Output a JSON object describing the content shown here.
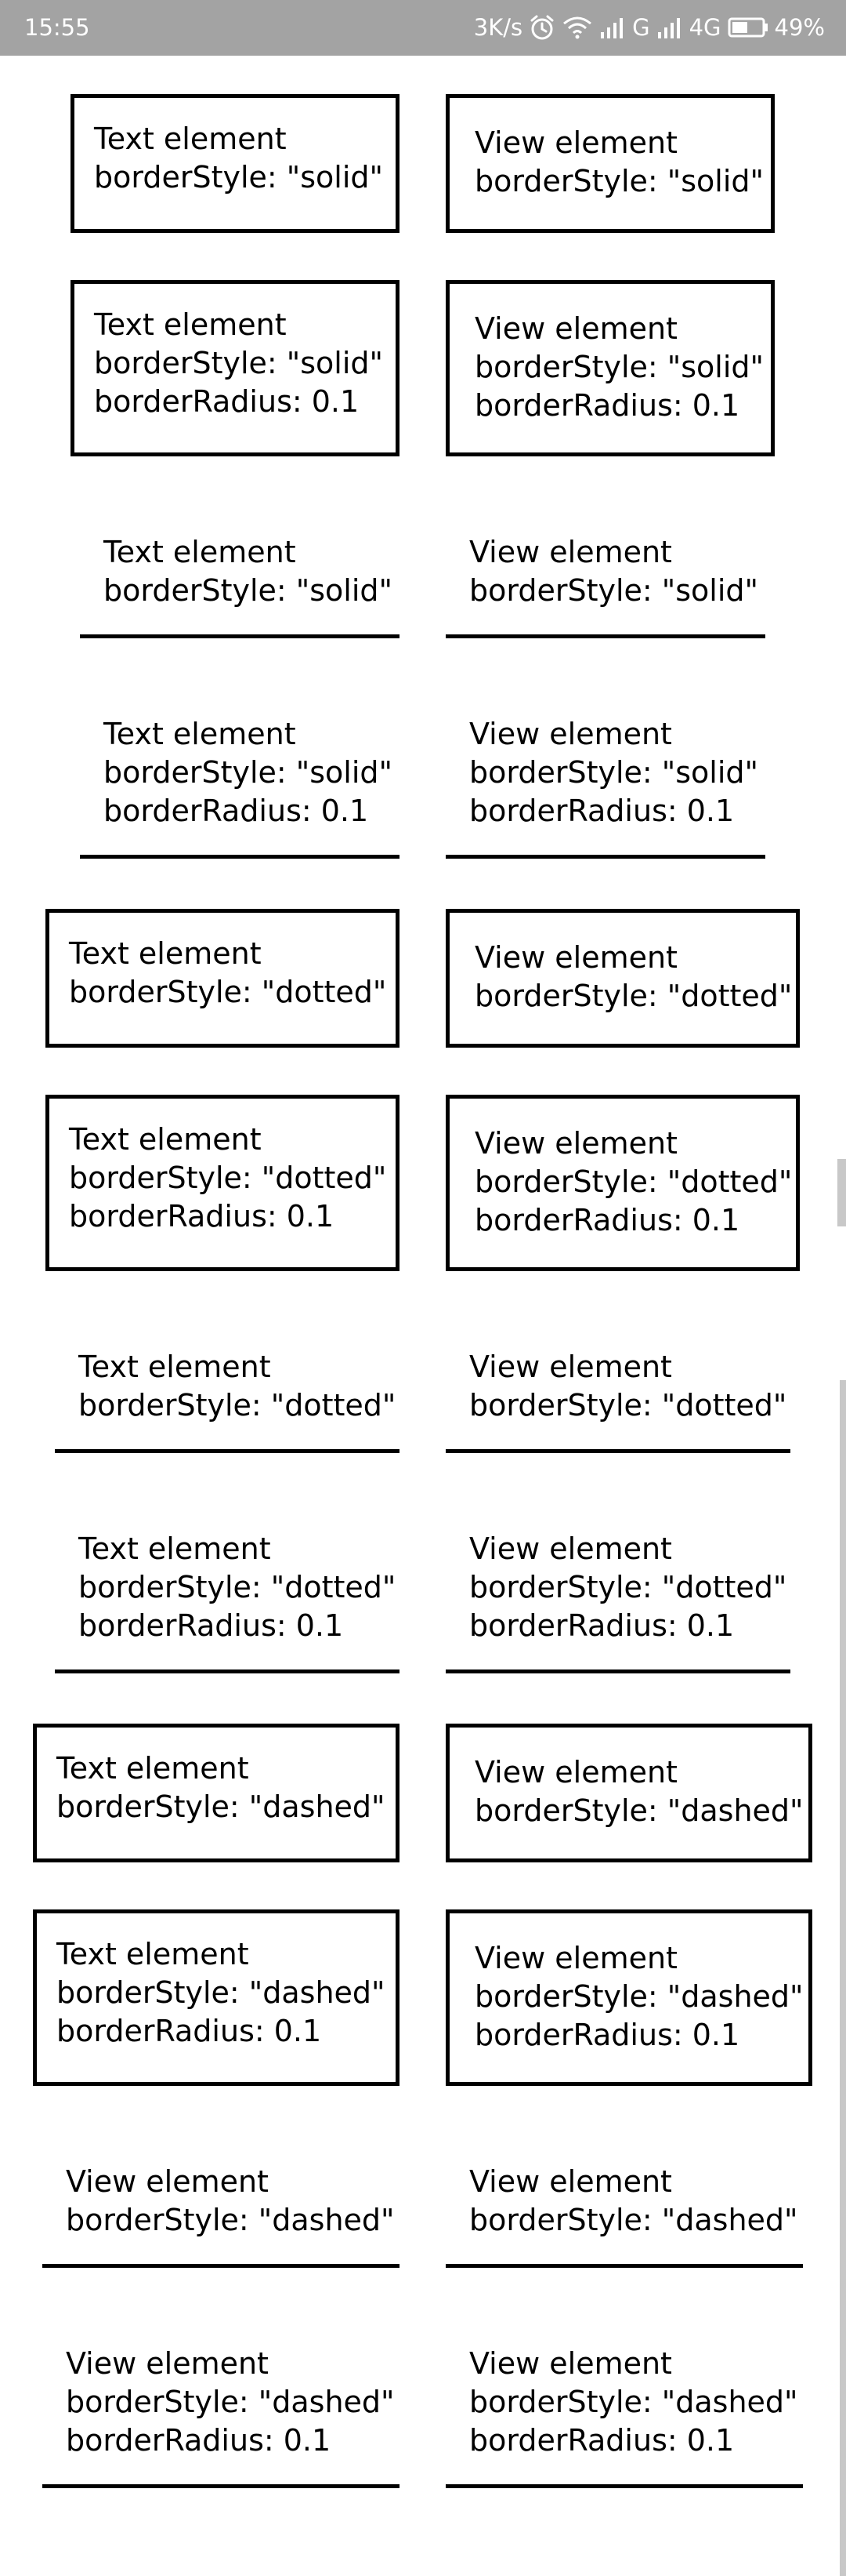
{
  "status_bar": {
    "time": "15:55",
    "net_speed": "3K/s",
    "network_g": "G",
    "network_4g": "4G",
    "battery": "49%"
  },
  "items": [
    {
      "lines": [
        "Text element",
        "borderStyle: \"solid\""
      ]
    },
    {
      "lines": [
        "View element",
        "borderStyle: \"solid\""
      ]
    },
    {
      "lines": [
        "Text element",
        "borderStyle: \"solid\"",
        "borderRadius: 0.1"
      ]
    },
    {
      "lines": [
        "View element",
        "borderStyle: \"solid\"",
        "borderRadius: 0.1"
      ]
    },
    {
      "lines": [
        "Text element",
        "borderStyle: \"solid\""
      ]
    },
    {
      "lines": [
        "View element",
        "borderStyle: \"solid\""
      ]
    },
    {
      "lines": [
        "Text element",
        "borderStyle: \"solid\"",
        "borderRadius: 0.1"
      ]
    },
    {
      "lines": [
        "View element",
        "borderStyle: \"solid\"",
        "borderRadius: 0.1"
      ]
    },
    {
      "lines": [
        "Text element",
        "borderStyle: \"dotted\""
      ]
    },
    {
      "lines": [
        "View element",
        "borderStyle: \"dotted\""
      ]
    },
    {
      "lines": [
        "Text element",
        "borderStyle: \"dotted\"",
        "borderRadius: 0.1"
      ]
    },
    {
      "lines": [
        "View element",
        "borderStyle: \"dotted\"",
        "borderRadius: 0.1"
      ]
    },
    {
      "lines": [
        "Text element",
        "borderStyle: \"dotted\""
      ]
    },
    {
      "lines": [
        "View element",
        "borderStyle: \"dotted\""
      ]
    },
    {
      "lines": [
        "Text element",
        "borderStyle: \"dotted\"",
        "borderRadius: 0.1"
      ]
    },
    {
      "lines": [
        "View element",
        "borderStyle: \"dotted\"",
        "borderRadius: 0.1"
      ]
    },
    {
      "lines": [
        "Text element",
        "borderStyle: \"dashed\""
      ]
    },
    {
      "lines": [
        "View element",
        "borderStyle: \"dashed\""
      ]
    },
    {
      "lines": [
        "Text element",
        "borderStyle: \"dashed\"",
        "borderRadius: 0.1"
      ]
    },
    {
      "lines": [
        "View element",
        "borderStyle: \"dashed\"",
        "borderRadius: 0.1"
      ]
    },
    {
      "lines": [
        "View element",
        "borderStyle: \"dashed\""
      ]
    },
    {
      "lines": [
        "View element",
        "borderStyle: \"dashed\""
      ]
    },
    {
      "lines": [
        "View element",
        "borderStyle: \"dashed\"",
        "borderRadius: 0.1"
      ]
    },
    {
      "lines": [
        "View element",
        "borderStyle: \"dashed\"",
        "borderRadius: 0.1"
      ]
    }
  ]
}
